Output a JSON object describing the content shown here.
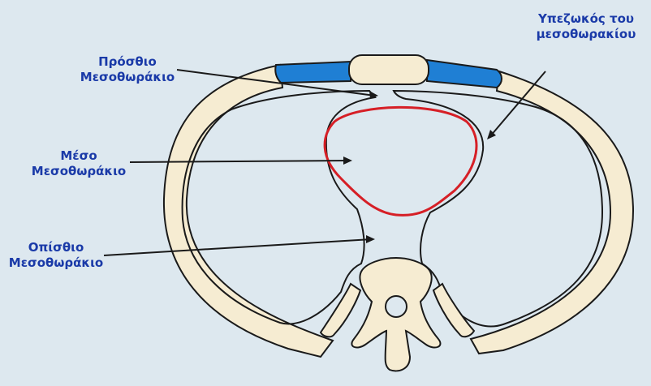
{
  "labels": {
    "anterior": {
      "line1": "Πρόσθιο",
      "line2": "Μεσοθωράκιο"
    },
    "middle": {
      "line1": "Μέσο",
      "line2": "Μεσοθωράκιο"
    },
    "posterior": {
      "line1": "Οπίσθιο",
      "line2": "Μεσοθωράκιο"
    },
    "pleura": {
      "line1": "Υπεζωκός του",
      "line2": "μεσοθωρακίου"
    }
  },
  "colors": {
    "background": "#dde8ef",
    "bone": "#f6ecd2",
    "cartilage": "#1f7fd4",
    "heart_outline": "#d61f26",
    "label_text": "#1a3aa8",
    "line": "#1a1a1a"
  }
}
